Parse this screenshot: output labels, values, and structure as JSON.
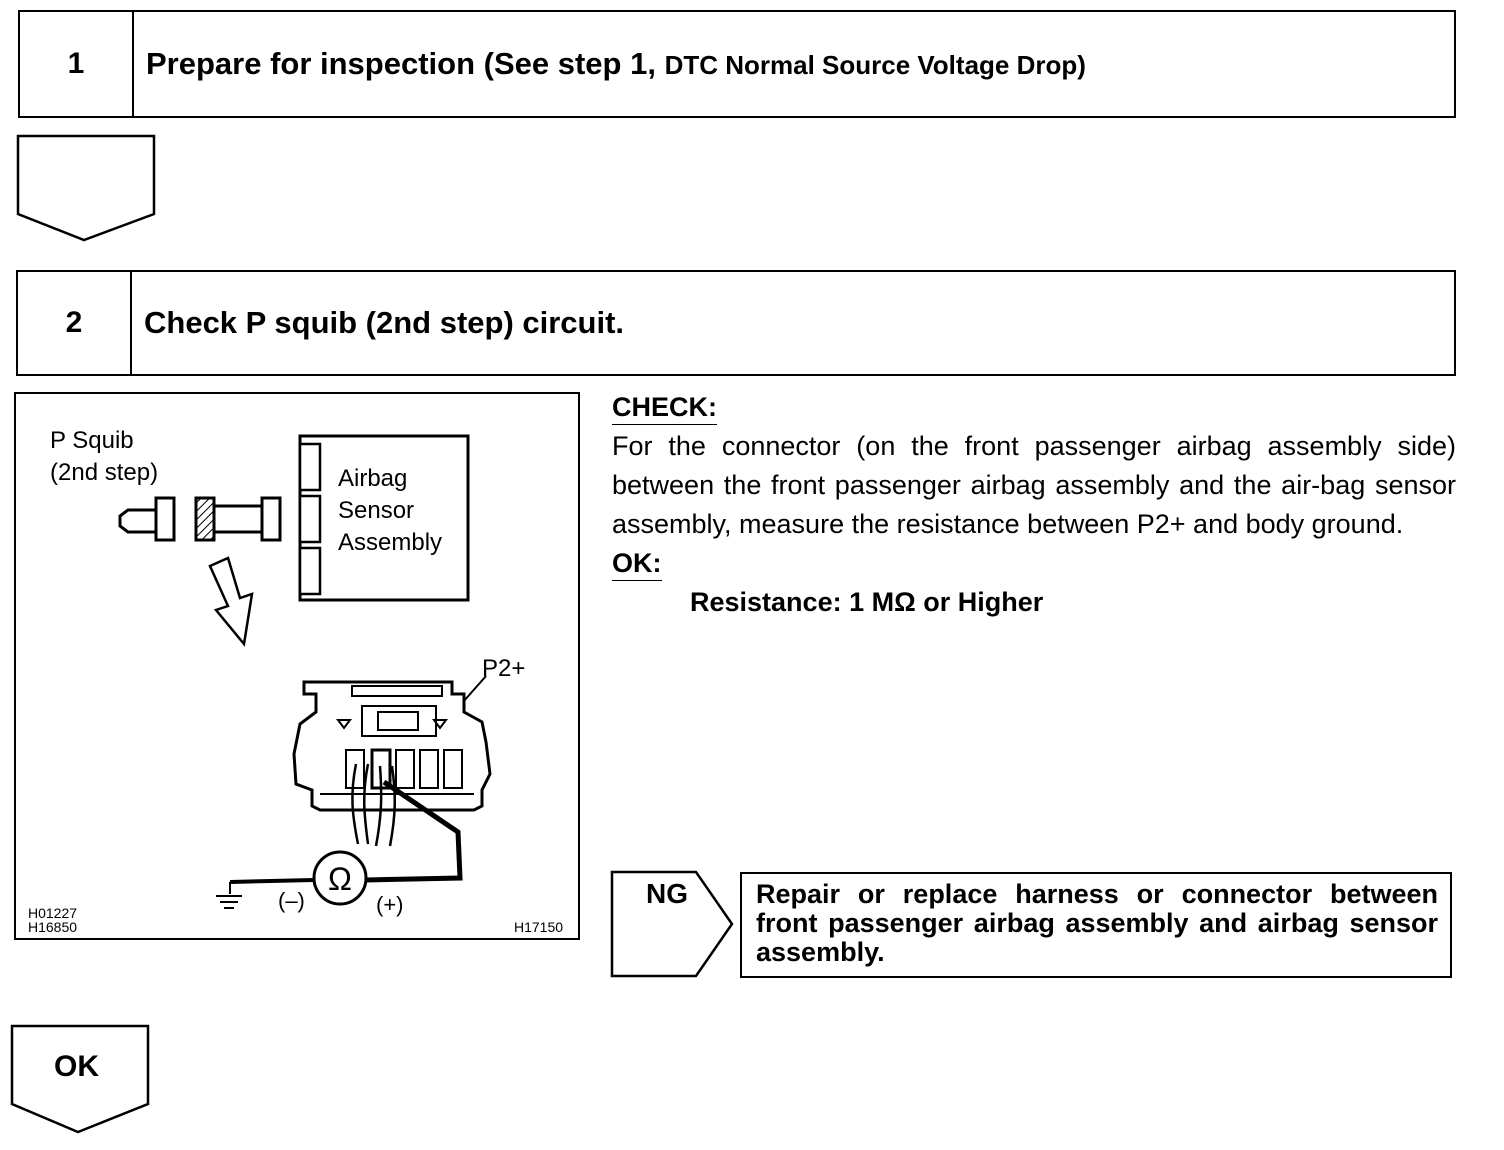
{
  "step1": {
    "number": "1",
    "title_main": "Prepare for inspection (See step 1, ",
    "title_small": "DTC Normal Source Voltage Drop)"
  },
  "step2": {
    "number": "2",
    "title": "Check P squib (2nd step) circuit."
  },
  "figure": {
    "squib_label_line1": "P Squib",
    "squib_label_line2": "(2nd step)",
    "sensor_line1": "Airbag",
    "sensor_line2": "Sensor",
    "sensor_line3": "Assembly",
    "terminal_label": "P2+",
    "ohm_symbol": "Ω",
    "minus_label": "(–)",
    "plus_label": "(+)",
    "code_left_1": "H01227",
    "code_left_2": "H16850",
    "code_right": "H17150"
  },
  "check": {
    "heading": "CHECK:",
    "text": "For the connector (on the front passenger airbag assembly side) between the front passenger airbag assembly and the air-bag sensor assembly, measure the resistance between P2+ and body ground.",
    "ok_heading": "OK:",
    "spec": "Resistance: 1 MΩ or Higher"
  },
  "ng": {
    "label": "NG",
    "action": "Repair or replace harness or connector between front passenger airbag assembly and airbag sensor assembly."
  },
  "ok_flow": {
    "label": "OK"
  }
}
